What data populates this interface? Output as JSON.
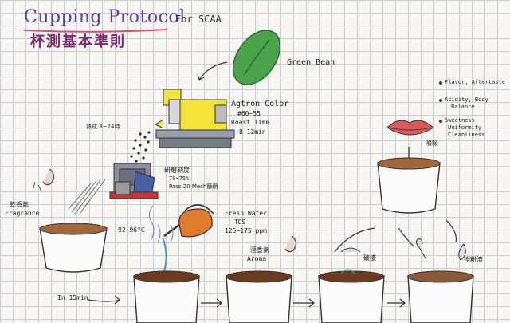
{
  "title": "Cupping Protocol",
  "title_sub": "For SCAA",
  "title_zh": "杯測基本準則",
  "green_bean": "Green Bean",
  "agtron": [
    "Agtron Color",
    "#60~55",
    "Roast Time",
    "8~12min"
  ],
  "rest": "熟成 8~24時",
  "grind": [
    "研磨刻度",
    "70~75%",
    "Pass 20 Mesh篩網"
  ],
  "temperature": "92~96°C",
  "fresh_water": [
    "Fresh Water",
    "TDS",
    "125~175 ppm"
  ],
  "fragrance": [
    "乾香氣",
    "Fragrance"
  ],
  "aroma": [
    "溼香氣",
    "Aroma"
  ],
  "break_crust": "破渣",
  "skim": "撈粉渣",
  "sip": "啜吸",
  "time": "In 15min",
  "flavor_notes": [
    "Flavor, Aftertaste",
    "Acidity, Body",
    "Balance",
    "Sweetness",
    "Uniformity",
    "Cleanliness"
  ],
  "colors": {
    "title": "#5b3f9a",
    "bean": "#4aa24a",
    "roaster": "#f3e23a",
    "kettle": "#e07a2e",
    "coffee": "#6b3a1f",
    "lips": "#d95a5a"
  }
}
